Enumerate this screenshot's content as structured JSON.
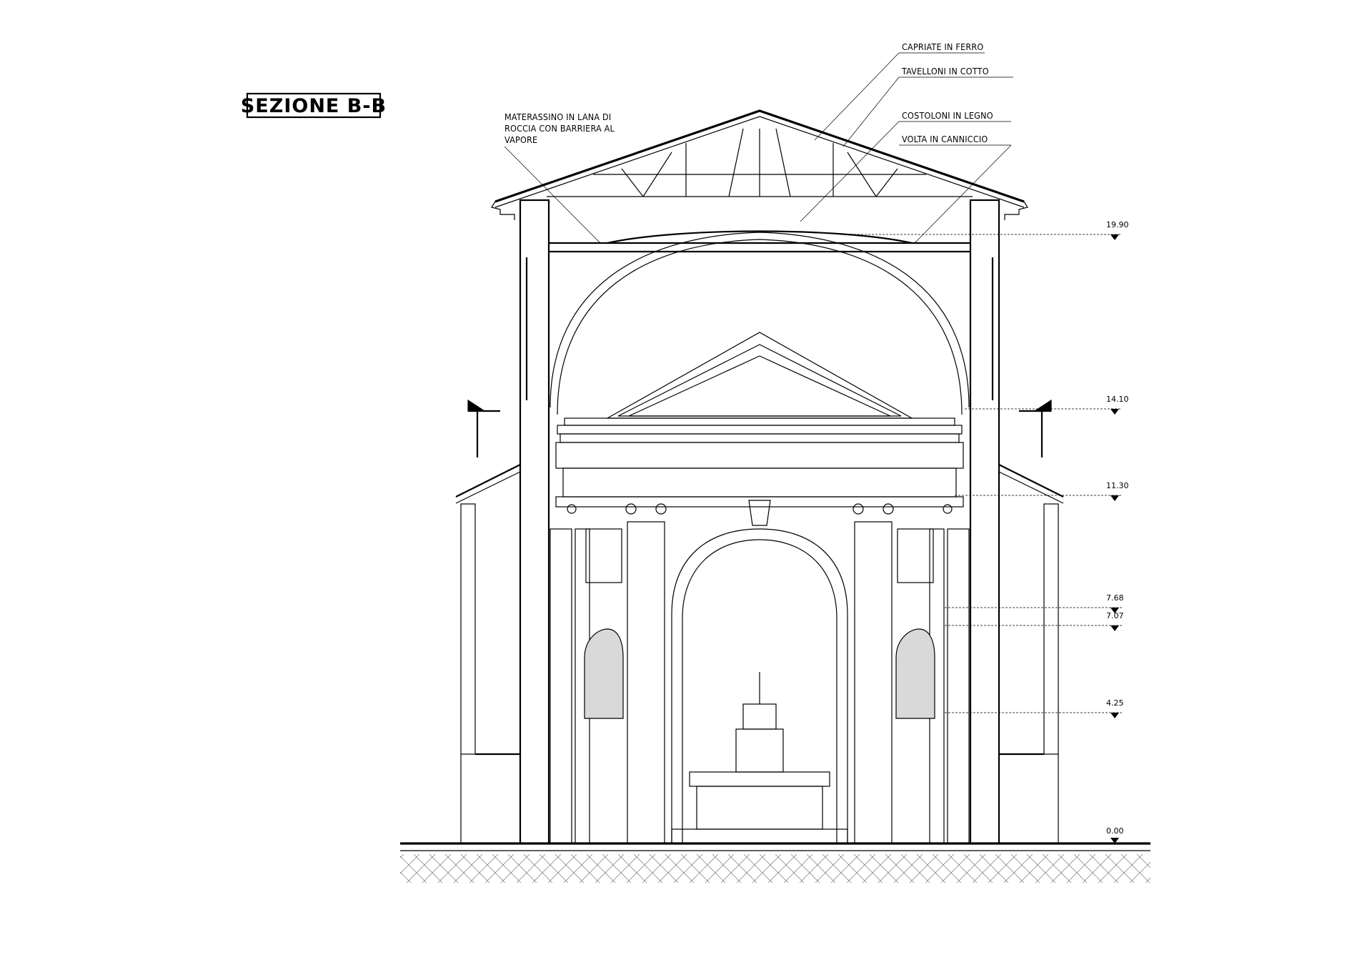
{
  "title": "SEZIONE B-B",
  "labels": {
    "left_note": [
      "MATERASSINO IN LANA DI",
      "ROCCIA CON BARRIERA AL",
      "VAPORE"
    ],
    "capriate": "CAPRIATE IN FERRO",
    "tavelloni": "TAVELLONI IN COTTO",
    "costoloni": "COSTOLONI IN LEGNO",
    "volta": "VOLTA IN CANNICCIO"
  },
  "levels": [
    {
      "label": "19.90"
    },
    {
      "label": "14.10"
    },
    {
      "label": "11.30"
    },
    {
      "label": "7.68"
    },
    {
      "label": "7.07"
    },
    {
      "label": "4.25"
    },
    {
      "label": "0.00"
    }
  ],
  "colors": {
    "ink": "#000000",
    "background": "#ffffff",
    "shade": "#d9d9d9"
  }
}
